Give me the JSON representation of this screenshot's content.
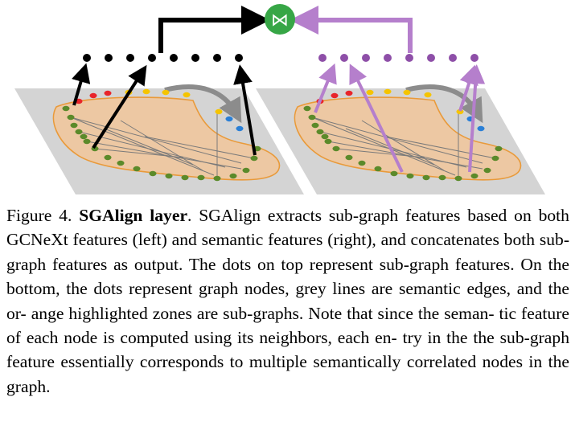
{
  "figure": {
    "concat_symbol": "⋈",
    "colors": {
      "panel": "#d4d4d4",
      "zone_fill": "#f1c69a",
      "zone_stroke": "#e99a3a",
      "node": "#5b8a2a",
      "edge": "#7a7a7a",
      "black": "#000000",
      "purple": "#b57fcc",
      "purple_dot": "#8e4fa8",
      "green_circle": "#37a646",
      "red": "#e8242a",
      "yellow": "#f5c400",
      "blue": "#2a7fd6",
      "arrow_gray": "#8c8c8c"
    }
  },
  "caption": {
    "label": "Figure 4.",
    "title": "SGAlign layer",
    "after_title": ".",
    "line1_rest": "SGAlign extracts sub-graph features",
    "line2": "based on both GCNeXt features (left) and semantic features",
    "line3": "(right), and concatenates both sub-graph features as output. The",
    "line4": "dots on top represent sub-graph features. On the bottom, the dots",
    "line5": "represent graph nodes, grey lines are semantic edges, and the or-",
    "line6": "ange highlighted zones are sub-graphs. Note that since the seman-",
    "line7": "tic feature of each node is computed using its neighbors, each en-",
    "line8": "try in the the sub-graph feature essentially corresponds to multiple",
    "line9": "semantically correlated nodes in the graph."
  }
}
